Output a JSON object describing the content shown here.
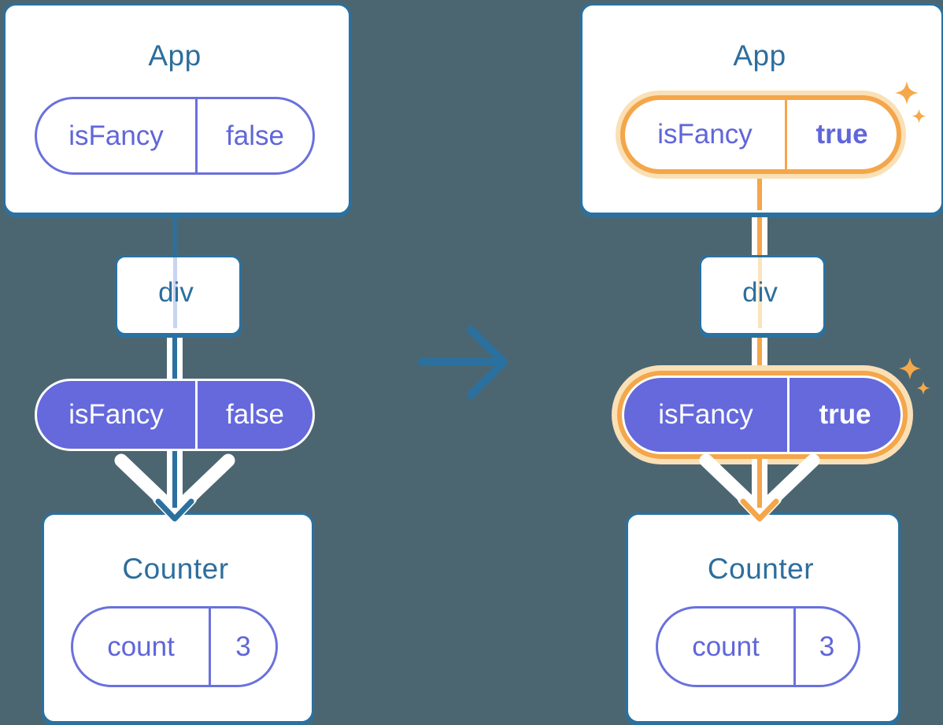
{
  "colors": {
    "background": "#4C6671",
    "card_border_blue": "#2A71A0",
    "heading_text": "#2D6E9D",
    "prop_pill_border": "#6A71DC",
    "prop_pill_text": "#6066D9",
    "state_pill_fill": "#6569DC",
    "state_pill_text": "#FFFFFF",
    "highlight_orange": "#F4A64A",
    "highlight_glow": "#FAE0B6",
    "sparkle": "#F5A94B",
    "pass_through_blue": "#C9D4F2",
    "pass_through_orange": "#FAE4BE",
    "transition_arrow": "#2A71A0"
  },
  "left_diagram": {
    "app_title": "App",
    "app_prop": {
      "name": "isFancy",
      "value": "false"
    },
    "div_label": "div",
    "passed_prop": {
      "name": "isFancy",
      "value": "false"
    },
    "counter_title": "Counter",
    "counter_state": {
      "name": "count",
      "value": "3"
    }
  },
  "right_diagram": {
    "app_title": "App",
    "app_prop": {
      "name": "isFancy",
      "value": "true"
    },
    "div_label": "div",
    "passed_prop": {
      "name": "isFancy",
      "value": "true"
    },
    "counter_title": "Counter",
    "counter_state": {
      "name": "count",
      "value": "3"
    }
  }
}
